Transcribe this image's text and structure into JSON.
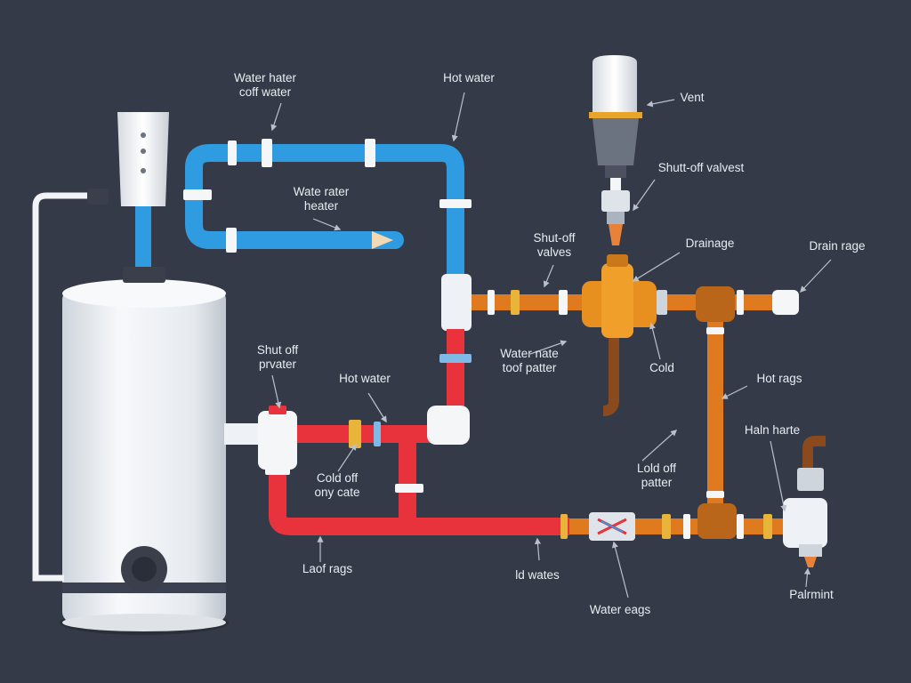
{
  "colors": {
    "background": "#343a47",
    "cold_pipe": "#2f9be0",
    "hot_pipe": "#e8323c",
    "copper_pipe": "#e07a1f",
    "tank": "#eef1f5",
    "fitting": "#f4f6f8",
    "label_text": "#e9edf2",
    "leader_line": "#b9c1cc"
  },
  "labels": {
    "water_heater_cold": [
      "Water hater",
      "coff water"
    ],
    "hot_water_top": [
      "Hot water"
    ],
    "vent": [
      "Vent"
    ],
    "shutoff_valvest": [
      "Shutt-off valvest"
    ],
    "wate_rater_heater": [
      "Wate rater",
      "heater"
    ],
    "shutoff_valves": [
      "Shut-off",
      "valves"
    ],
    "drainage": [
      "Drainage"
    ],
    "drain_rage": [
      "Drain rage"
    ],
    "water_nate": [
      "Water nate",
      "toof patter"
    ],
    "cold": [
      "Cold"
    ],
    "hot_rags": [
      "Hot rags"
    ],
    "shut_off_prater": [
      "Shut off",
      "prvater"
    ],
    "hot_water_mid": [
      "Hot water"
    ],
    "cold_off_ony_cate": [
      "Cold off",
      "ony cate"
    ],
    "haln_harte": [
      "Haln harte"
    ],
    "lold_off_patter": [
      "Lold off",
      "patter"
    ],
    "laof_rags": [
      "Laof rags"
    ],
    "ld_wates": [
      "ld wates"
    ],
    "water_eags": [
      "Water eags"
    ],
    "palrmint": [
      "Palrmint"
    ]
  }
}
